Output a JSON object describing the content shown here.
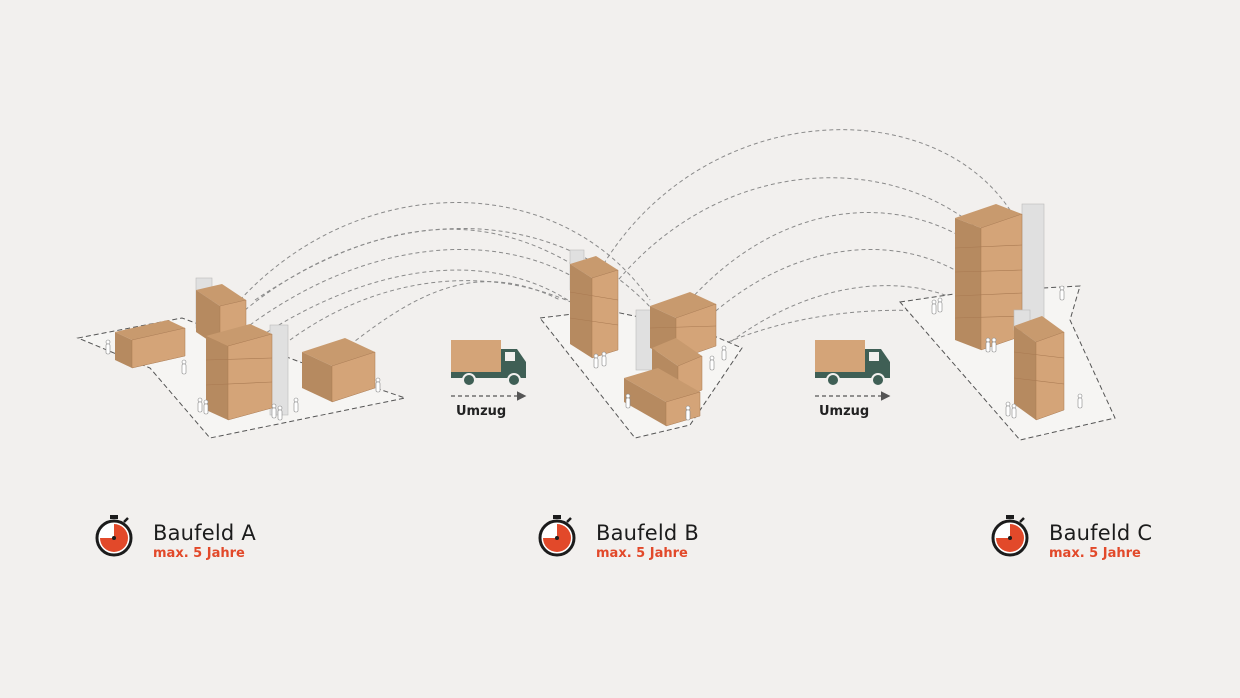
{
  "colors": {
    "background": "#f2f0ee",
    "box": "#d4a478",
    "box_dark": "#a97a52",
    "core": "#e0e0e0",
    "truck_cargo": "#d4a478",
    "truck_cab": "#3f5f55",
    "accent": "#e2492a"
  },
  "fields": [
    {
      "name": "Baufeld A",
      "duration": "max. 5 Jahre",
      "icon": "stopwatch-icon"
    },
    {
      "name": "Baufeld B",
      "duration": "max. 5 Jahre",
      "icon": "stopwatch-icon"
    },
    {
      "name": "Baufeld C",
      "duration": "max. 5 Jahre",
      "icon": "stopwatch-icon"
    }
  ],
  "moves": [
    {
      "label": "Umzug",
      "icon": "truck-icon"
    },
    {
      "label": "Umzug",
      "icon": "truck-icon"
    }
  ]
}
